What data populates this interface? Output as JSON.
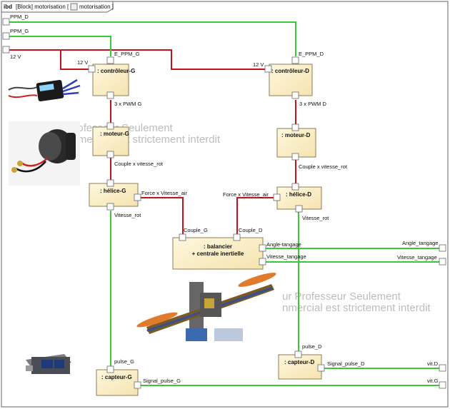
{
  "frame": {
    "kind": "ibd",
    "header_text": "[Block] motorisation [",
    "header_name": "motorisation ]"
  },
  "ports": {
    "ppm_d": "PPM_D",
    "ppm_g": "PPM_G",
    "v12_main": "12 V",
    "e_ppm_g": "E_PPM_G",
    "e_ppm_d": "E_PPM_D",
    "v12_g": "12 V",
    "v12_d": "12 V",
    "angle_tangage": "Angle_tangage",
    "vitesse_tangage": "Vitesse_tangage",
    "vit_d": "vit.D",
    "vit_g": "vit.G"
  },
  "blocks": {
    "controleur_g": ": contrôleur-G",
    "controleur_d": ": contrôleur-D",
    "moteur_g": ": moteur-G",
    "moteur_d": ": moteur-D",
    "helice_g": ": hélice-G",
    "helice_d": ": hélice-D",
    "balancier_1": ": balancier",
    "balancier_2": "+ centrale inertielle",
    "capteur_g": ": capteur-G",
    "capteur_d": ": capteur-D"
  },
  "flows": {
    "pwm_g": "3 x PWM G",
    "pwm_d": "3 x PWM D",
    "couple_g": "Couple x vitesse_rot",
    "couple_d": "Couple x vitesse_rot",
    "force_g": "Force x Vitesse_air",
    "force_d": "Force x Vitesse_air",
    "vitrot_g": "Vitesse_rot",
    "vitrot_d": "Vitesse_rot",
    "couple_g_in": "Couple_G",
    "couple_d_in": "Couple_D",
    "angle_out": "Angle-tangage",
    "vitesse_out": "Vitesse_tangage",
    "pulse_g": "pulse_G",
    "pulse_d": "pulse_D",
    "signal_g": "Signal_pulse_G",
    "signal_d": "Signal_pulse_D"
  },
  "watermarks": {
    "w1a": "...Acad... Professeur Seulement",
    "w1b": "...nmercial est strictement interdit",
    "w2a": "ur Professeur Seulement",
    "w2b": "nmercial est strictement interdit"
  },
  "colors": {
    "power": "#c0131b",
    "signal": "#3cc63c",
    "block_fill": "#fdf0c8",
    "block_stroke": "#8c7d55"
  }
}
